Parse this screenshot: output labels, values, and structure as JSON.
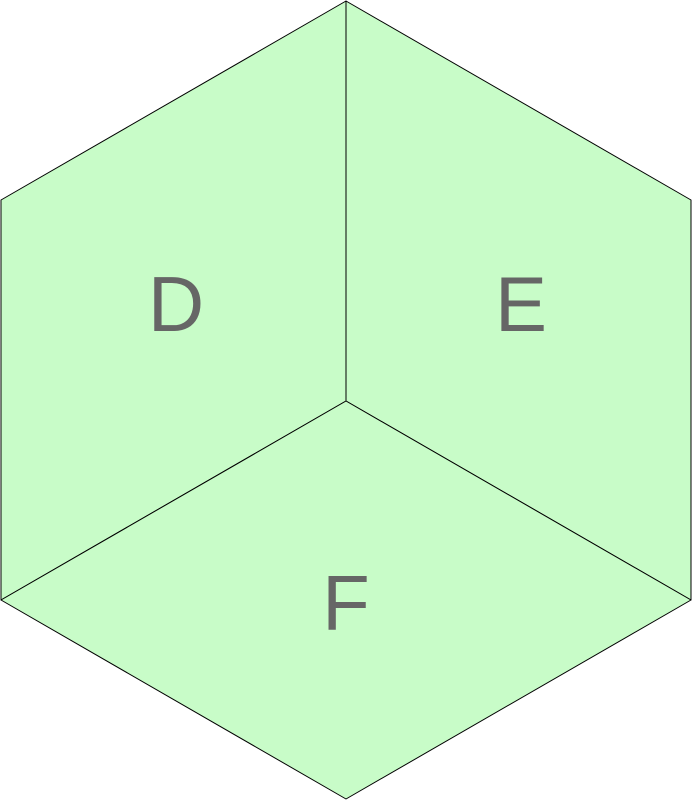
{
  "cube": {
    "fill_color": "#c8fcc8",
    "edge_color": "#000000",
    "label_color": "#666666",
    "faces": [
      {
        "id": "left",
        "label": "D"
      },
      {
        "id": "right",
        "label": "E"
      },
      {
        "id": "bottom",
        "label": "F"
      }
    ]
  }
}
